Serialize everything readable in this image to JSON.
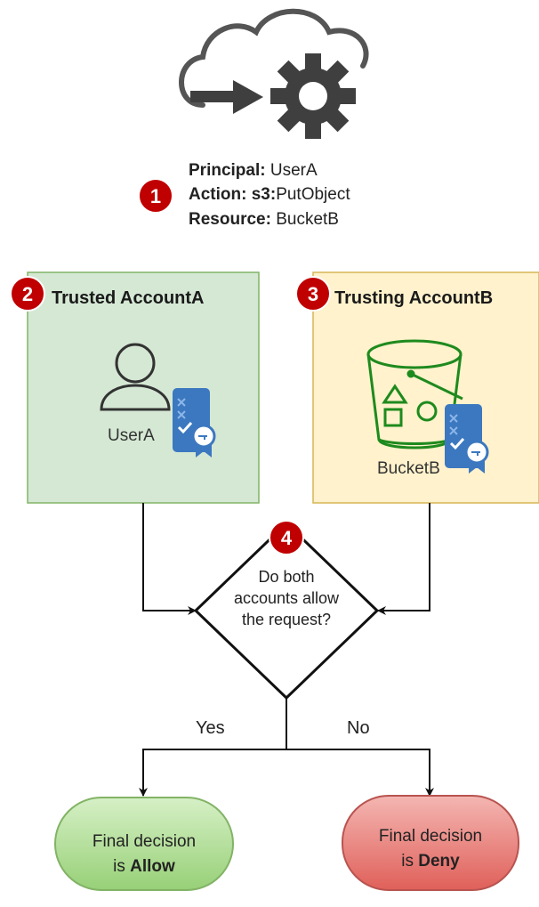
{
  "request": {
    "badge": "1",
    "principal_label": "Principal:",
    "principal_value": " UserA",
    "action_label": "Action:",
    "action_service": " s3:",
    "action_value": "PutObject",
    "resource_label": "Resource:",
    "resource_value": " BucketB"
  },
  "trusted_account": {
    "badge": "2",
    "title": "Trusted AccountA",
    "entity": "UserA",
    "fill": "#d5e8d4",
    "stroke": "#82b366"
  },
  "trusting_account": {
    "badge": "3",
    "title": "Trusting AccountB",
    "entity": "BucketB",
    "fill": "#fff2cc",
    "stroke": "#d6b656"
  },
  "decision_point": {
    "badge": "4",
    "question_line1": "Do both",
    "question_line2": "accounts allow",
    "question_line3": "the request?"
  },
  "branches": {
    "yes": "Yes",
    "no": "No"
  },
  "outcomes": {
    "allow_prefix": "Final decision",
    "allow_is": "is ",
    "allow_value": "Allow",
    "deny_prefix": "Final decision",
    "deny_is": "is ",
    "deny_value": "Deny"
  },
  "colors": {
    "badge_red": "#c00000",
    "allow_green": "#b9e0a5",
    "deny_red": "#ea6b66",
    "icon_gray": "#3f3f3f",
    "bucket_green": "#1e8a1e",
    "cert_blue": "#3c78c0"
  },
  "icons": [
    "cloud-gear-icon",
    "user-icon",
    "certificate-icon",
    "s3-bucket-icon"
  ]
}
